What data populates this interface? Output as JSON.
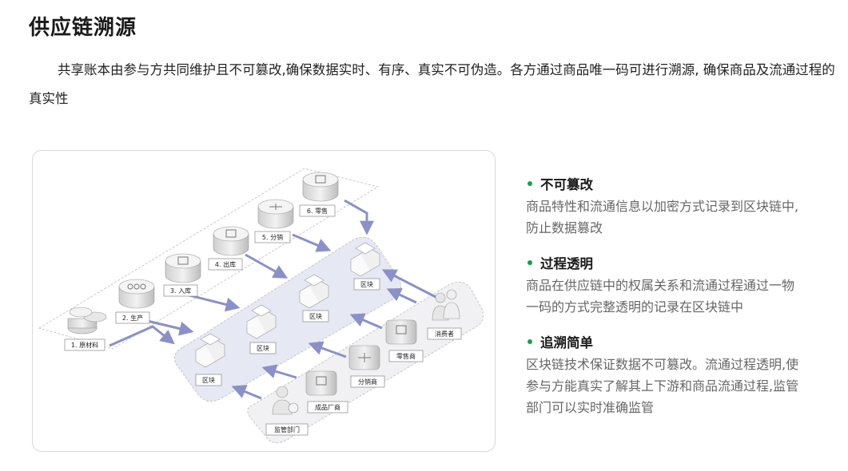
{
  "page": {
    "title": "供应链溯源",
    "intro": "共享账本由参与方共同维护且不可篡改,确保数据实时、有序、真实不可伪造。各方通过商品唯一码可进行溯源, 确保商品及流通过程的真实性"
  },
  "diagram": {
    "stages": [
      "1. 原材料",
      "2. 生产",
      "3. 入库",
      "4. 出库",
      "5. 分销",
      "6. 零售"
    ],
    "block_label": "区块",
    "participants": [
      "监管部门",
      "成品厂商",
      "分销商",
      "零售商",
      "消费者"
    ]
  },
  "features": [
    {
      "title": "不可篡改",
      "desc": "商品特性和流通信息以加密方式记录到区块链中,防止数据篡改"
    },
    {
      "title": "过程透明",
      "desc": "商品在供应链中的权属关系和流通过程通过一物一码的方式完整透明的记录在区块链中"
    },
    {
      "title": "追溯简单",
      "desc": "区块链技术保证数据不可篡改。流通过程透明,使参与方能真实了解其上下游和商品流通过程,监管部门可以实时准确监管"
    }
  ],
  "colors": {
    "accent": "#1a9e4a",
    "arrow": "#8a90c8",
    "band": "#e6e8f3"
  }
}
